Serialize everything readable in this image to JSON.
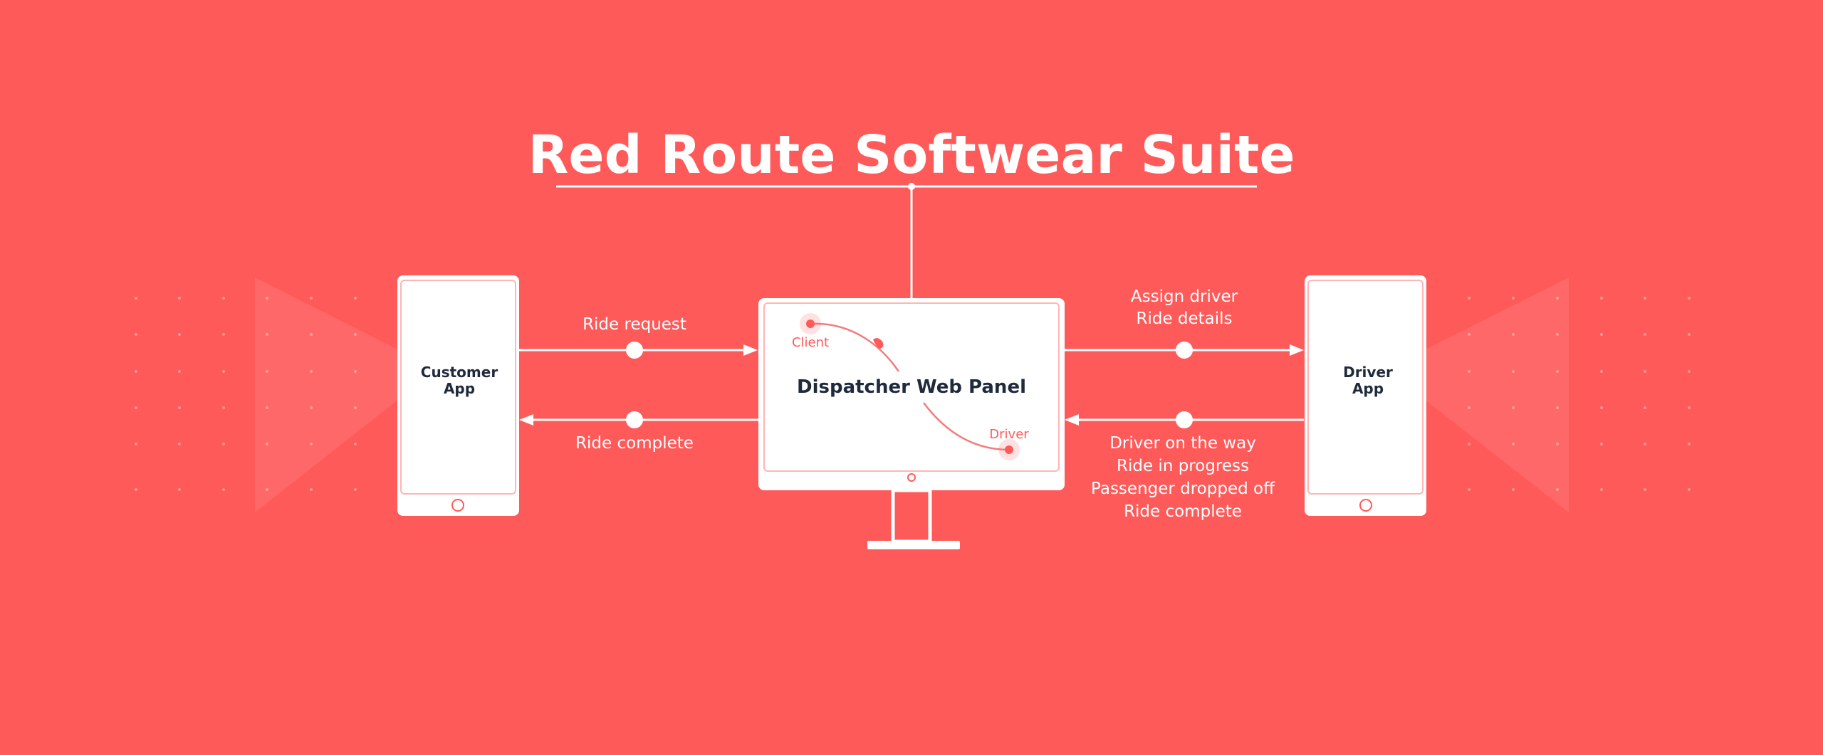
{
  "title": "Red Route Softwear Suite",
  "customer_app": {
    "line1": "Customer",
    "line2": "App"
  },
  "driver_app": {
    "line1": "Driver",
    "line2": "App"
  },
  "dispatcher_panel": {
    "label": "Dispatcher Web Panel",
    "client_label": "Client",
    "driver_label": "Driver"
  },
  "left_flow": {
    "request_label": "Ride request",
    "complete_label": "Ride complete"
  },
  "right_flow": {
    "to_driver": [
      "Assign driver",
      "Ride details"
    ],
    "to_dispatcher": [
      "Driver on the way",
      "Ride in progress",
      "Passenger dropped off",
      "Ride complete"
    ]
  },
  "colors": {
    "background": "#ff5a5a",
    "foreground": "#ffffff",
    "device_text": "#1f2a3d",
    "accent": "#ff5a5a",
    "map_line": "#f47b7b"
  }
}
